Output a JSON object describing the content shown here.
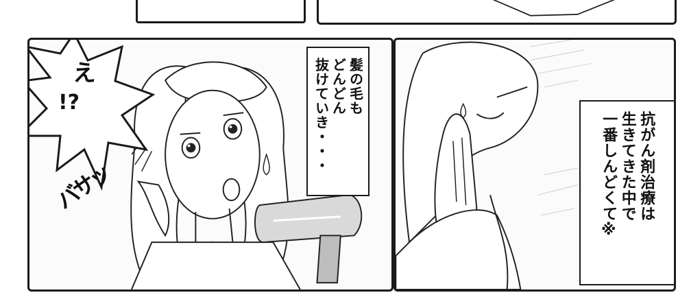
{
  "panels": {
    "middle": {
      "caption_lines": [
        "髪の毛も",
        "どんどん",
        "抜けていき・・・"
      ],
      "shout": [
        "え",
        "!?"
      ],
      "sound_effect": "バサッ"
    },
    "right": {
      "caption_lines": [
        "抗がん剤治療は",
        "生きてきた中で",
        "一番しんどくて※"
      ]
    }
  }
}
